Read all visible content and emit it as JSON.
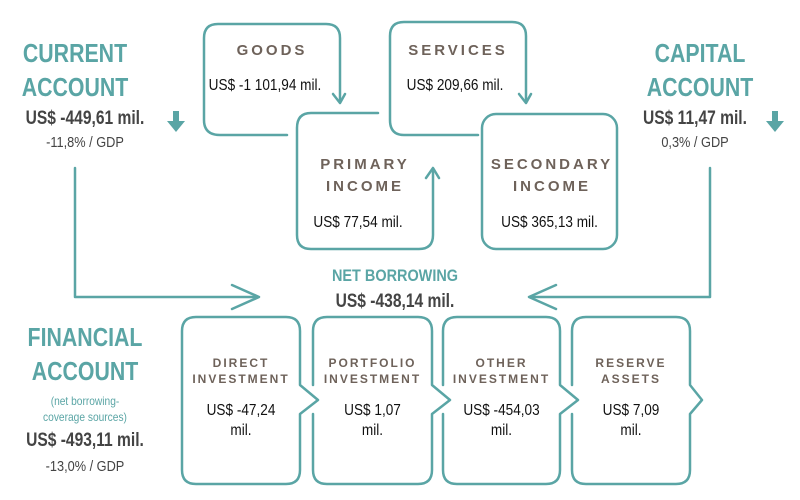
{
  "colors": {
    "accent": "#5aa5a5",
    "text": "#444444",
    "label": "#6e625a"
  },
  "current_account": {
    "title_line1": "CURRENT",
    "title_line2": "ACCOUNT",
    "value": "US$ -449,61 mil.",
    "gdp": "-11,8% / GDP",
    "trend_icon": "arrow-down-icon"
  },
  "capital_account": {
    "title_line1": "CAPITAL",
    "title_line2": "ACCOUNT",
    "value": "US$ 11,47 mil.",
    "gdp": "0,3% / GDP",
    "trend_icon": "arrow-down-icon"
  },
  "financial_account": {
    "title_line1": "FINANCIAL",
    "title_line2": "ACCOUNT",
    "note_line1": "(net borrowing-",
    "note_line2": "coverage sources)",
    "value": "US$ -493,11 mil.",
    "gdp": "-13,0% / GDP"
  },
  "goods": {
    "label": "GOODS",
    "value": "US$ -1 101,94 mil."
  },
  "services": {
    "label": "SERVICES",
    "value": "US$ 209,66 mil."
  },
  "primary_income": {
    "label_line1": "PRIMARY",
    "label_line2": "INCOME",
    "value": "US$ 77,54 mil."
  },
  "secondary_income": {
    "label_line1": "SECONDARY",
    "label_line2": "INCOME",
    "value": "US$ 365,13 mil."
  },
  "net_borrowing": {
    "label": "NET BORROWING",
    "value": "US$ -438,14 mil."
  },
  "financial_items": [
    {
      "label_line1": "DIRECT",
      "label_line2": "INVESTMENT",
      "value_line1": "US$ -47,24",
      "value_line2": "mil."
    },
    {
      "label_line1": "PORTFOLIO",
      "label_line2": "INVESTMENT",
      "value_line1": "US$ 1,07",
      "value_line2": "mil."
    },
    {
      "label_line1": "OTHER",
      "label_line2": "INVESTMENT",
      "value_line1": "US$ -454,03",
      "value_line2": "mil."
    },
    {
      "label_line1": "RESERVE",
      "label_line2": "ASSETS",
      "value_line1": "US$ 7,09",
      "value_line2": "mil."
    }
  ]
}
